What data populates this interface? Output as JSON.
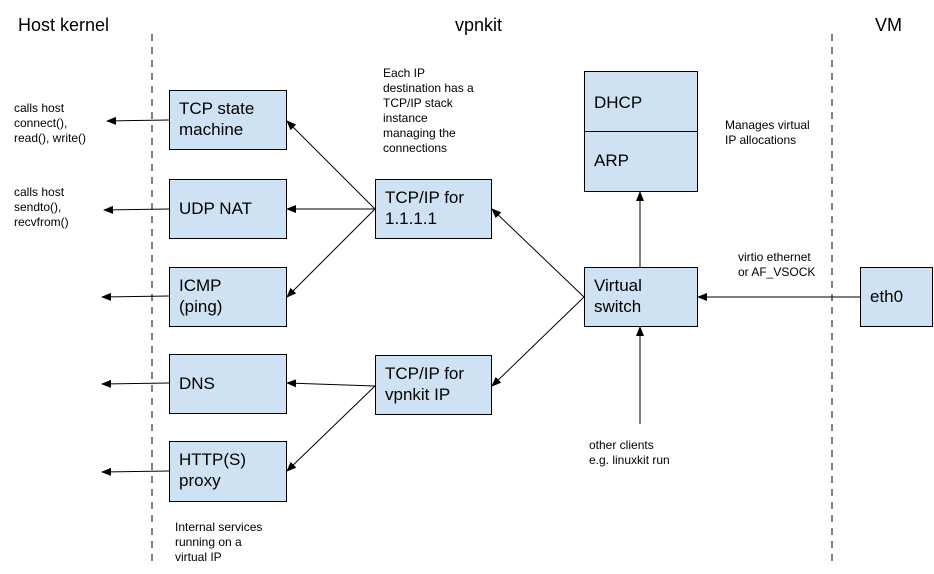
{
  "sections": {
    "host_kernel": "Host kernel",
    "vpnkit": "vpnkit",
    "vm": "VM"
  },
  "boxes": {
    "tcp_state_machine": [
      "TCP state",
      "machine"
    ],
    "udp_nat": [
      "UDP NAT"
    ],
    "icmp": [
      "ICMP",
      "(ping)"
    ],
    "dns": [
      "DNS"
    ],
    "http_proxy": [
      "HTTP(S)",
      "proxy"
    ],
    "tcpip_1111": [
      "TCP/IP for",
      "1.1.1.1"
    ],
    "tcpip_vpnkit": [
      "TCP/IP for",
      "vpnkit IP"
    ],
    "dhcp": [
      "DHCP"
    ],
    "arp": [
      "ARP"
    ],
    "virtual_switch": [
      "Virtual",
      "switch"
    ],
    "eth0": [
      "eth0"
    ]
  },
  "notes": {
    "calls_connect": [
      "calls host",
      "connect(),",
      "read(), write()"
    ],
    "calls_sendto": [
      "calls host",
      "sendto(),",
      "recvfrom()"
    ],
    "stack_instance": [
      "Each IP",
      "destination has a",
      "TCP/IP stack",
      "instance",
      "managing the",
      "connections"
    ],
    "manages_ip": [
      "Manages virtual",
      "IP allocations"
    ],
    "virtio": [
      "virtio ethernet",
      "or AF_VSOCK"
    ],
    "other_clients": [
      "other clients",
      "e.g. linuxkit run"
    ],
    "internal_services": [
      "Internal services",
      "running on a",
      "virtual IP"
    ]
  },
  "colors": {
    "box_fill": "#cfe2f3",
    "line": "#000000"
  }
}
